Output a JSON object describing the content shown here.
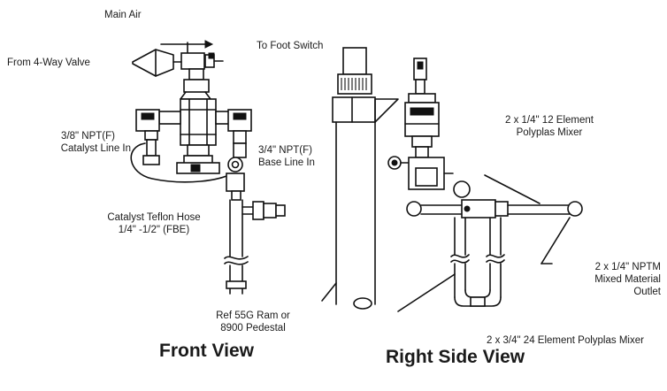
{
  "labels": {
    "main_air": "Main Air",
    "from_valve": "From 4-Way Valve",
    "foot_switch": "To Foot Switch",
    "catalyst_line_1": "3/8\" NPT(F)",
    "catalyst_line_2": "Catalyst Line In",
    "base_line_1": "3/4\" NPT(F)",
    "base_line_2": "Base Line In",
    "hose_1": "Catalyst Teflon Hose",
    "hose_2": "1/4\" -1/2\" (FBE)",
    "ram_1": "Ref 55G Ram or",
    "ram_2": "8900 Pedestal",
    "mixer12_1": "2 x 1/4\" 12 Element",
    "mixer12_2": "Polyplas Mixer",
    "outlet_1": "2 x 1/4\" NPTM",
    "outlet_2": "Mixed Material",
    "outlet_3": "Outlet",
    "mixer24": "2 x 3/4\" 24 Element Polyplas Mixer"
  },
  "views": {
    "front": "Front View",
    "right": "Right Side View"
  }
}
